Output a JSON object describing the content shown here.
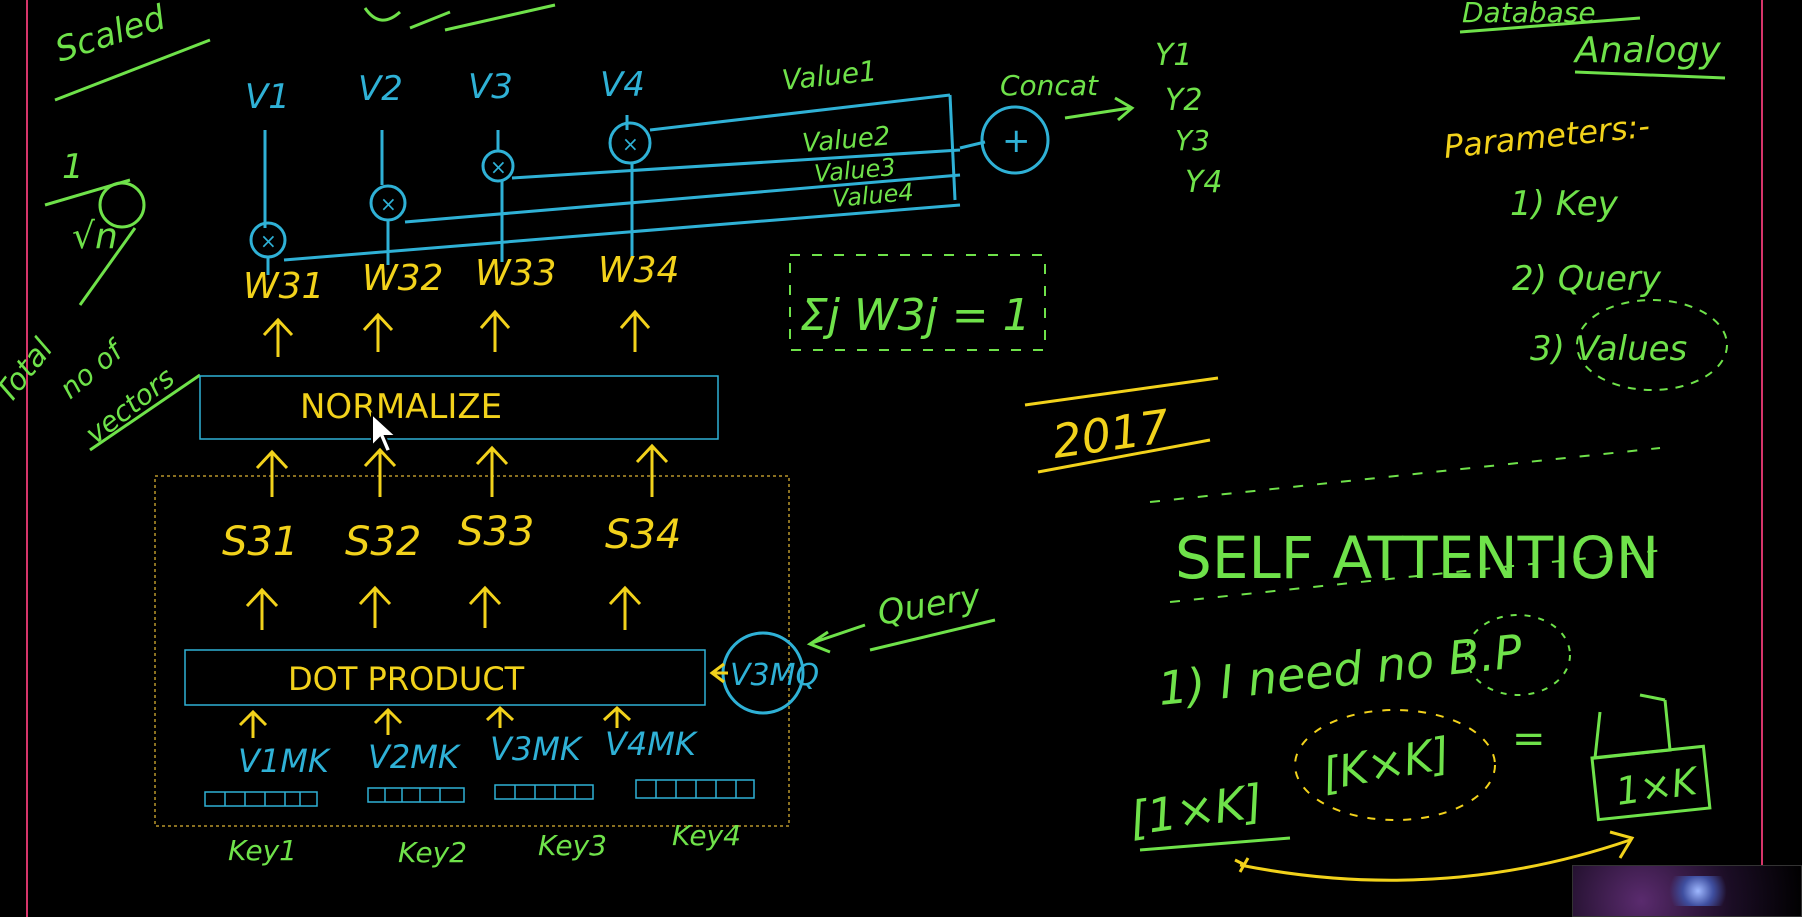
{
  "colors": {
    "background": "#000000",
    "yellow": "#f2d21b",
    "green": "#6fe24a",
    "blue": "#2fb1d6",
    "frame": "#d6356a"
  },
  "top_partial": {
    "scaled": "Scaled",
    "database": "Database",
    "analogy": "Analogy"
  },
  "scale_factor": {
    "numerator": "1",
    "denominator": "√n",
    "note_line1": "Total",
    "note_line2": "no of",
    "note_line3": "vectors"
  },
  "v_labels": [
    "V1",
    "V2",
    "V3",
    "V4"
  ],
  "weight_labels": [
    "W31",
    "W32",
    "W33",
    "W34"
  ],
  "value_labels": [
    "Value1",
    "Value2",
    "Value3",
    "Value4"
  ],
  "concat_label": "Concat",
  "outputs": [
    "Y1",
    "Y2",
    "Y3",
    "Y4"
  ],
  "weight_sum": "Σj W3j = 1",
  "normalize_label": "NORMALIZE",
  "score_labels": [
    "S31",
    "S32",
    "S33",
    "S34"
  ],
  "dot_product_label": "DOT PRODUCT",
  "query_input": "V3MQ",
  "query_label": "Query",
  "key_inputs": [
    "V1MK",
    "V2MK",
    "V3MK",
    "V4MK"
  ],
  "key_names": [
    "Key1",
    "Key2",
    "Key3",
    "Key4"
  ],
  "parameters": {
    "title": "Parameters:-",
    "items": [
      "1) Key",
      "2) Query",
      "3) Values"
    ]
  },
  "year": "2017",
  "self_attention": "SELF ATTENTION",
  "need_note": "1) I need no B.P",
  "matrix": {
    "left": "[1×K]",
    "middle": "[K×K]",
    "equals": "=",
    "result": "1×K"
  }
}
